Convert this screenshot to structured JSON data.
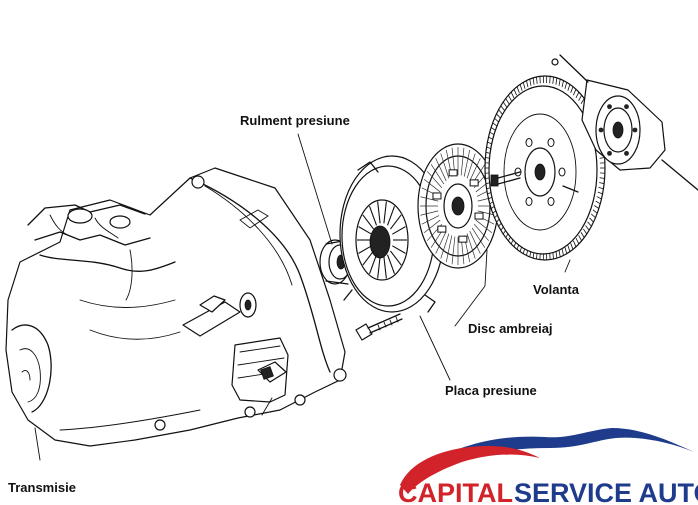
{
  "labels": {
    "release_bearing": "Rulment presiune",
    "flywheel": "Volanta",
    "clutch_disc": "Disc ambreiaj",
    "pressure_plate": "Placa presiune",
    "transmission": "Transmisie"
  },
  "logo": {
    "word_capital": "CAPITAL",
    "word_service_auto": "SERVICE AUTO"
  },
  "colors": {
    "logo_red": "#d2232a",
    "logo_blue": "#1f3c8c",
    "line": "#111111"
  }
}
